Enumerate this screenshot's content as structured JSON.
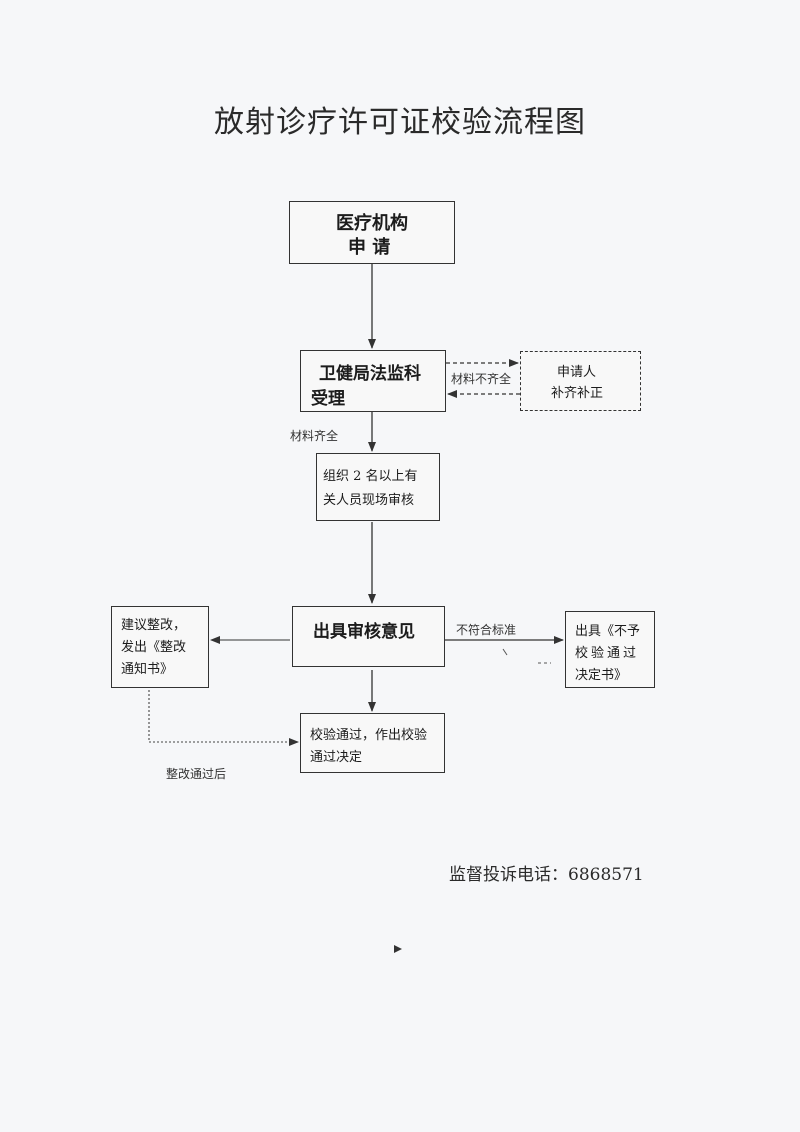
{
  "title": "放射诊疗许可证校验流程图",
  "nodes": {
    "apply": {
      "line1": "医疗机构",
      "line2": "申 请"
    },
    "accept": {
      "line1": "卫健局法监科",
      "line2": "受理"
    },
    "supplement": {
      "line1": "申请人",
      "line2": "补齐补正"
    },
    "inspect": {
      "line1": "组织 2 名以上有",
      "line2": "关人员现场审核"
    },
    "opinion": {
      "line1": "出具审核意见"
    },
    "rectify": {
      "line1": "建议整改，",
      "line2": "发出《整改",
      "line3": "通知书》"
    },
    "reject": {
      "line1": "出具《不予",
      "line2": "校验通过",
      "line3": "决定书》"
    },
    "pass": {
      "line1": "校验通过，作出校验",
      "line2": "通过决定"
    }
  },
  "edges": {
    "incomplete": "材料不齐全",
    "complete": "材料齐全",
    "nonconform": "不符合标准",
    "after_rectify": "整改通过后"
  },
  "footer": {
    "hotline": "监督投诉电话：6868571"
  }
}
